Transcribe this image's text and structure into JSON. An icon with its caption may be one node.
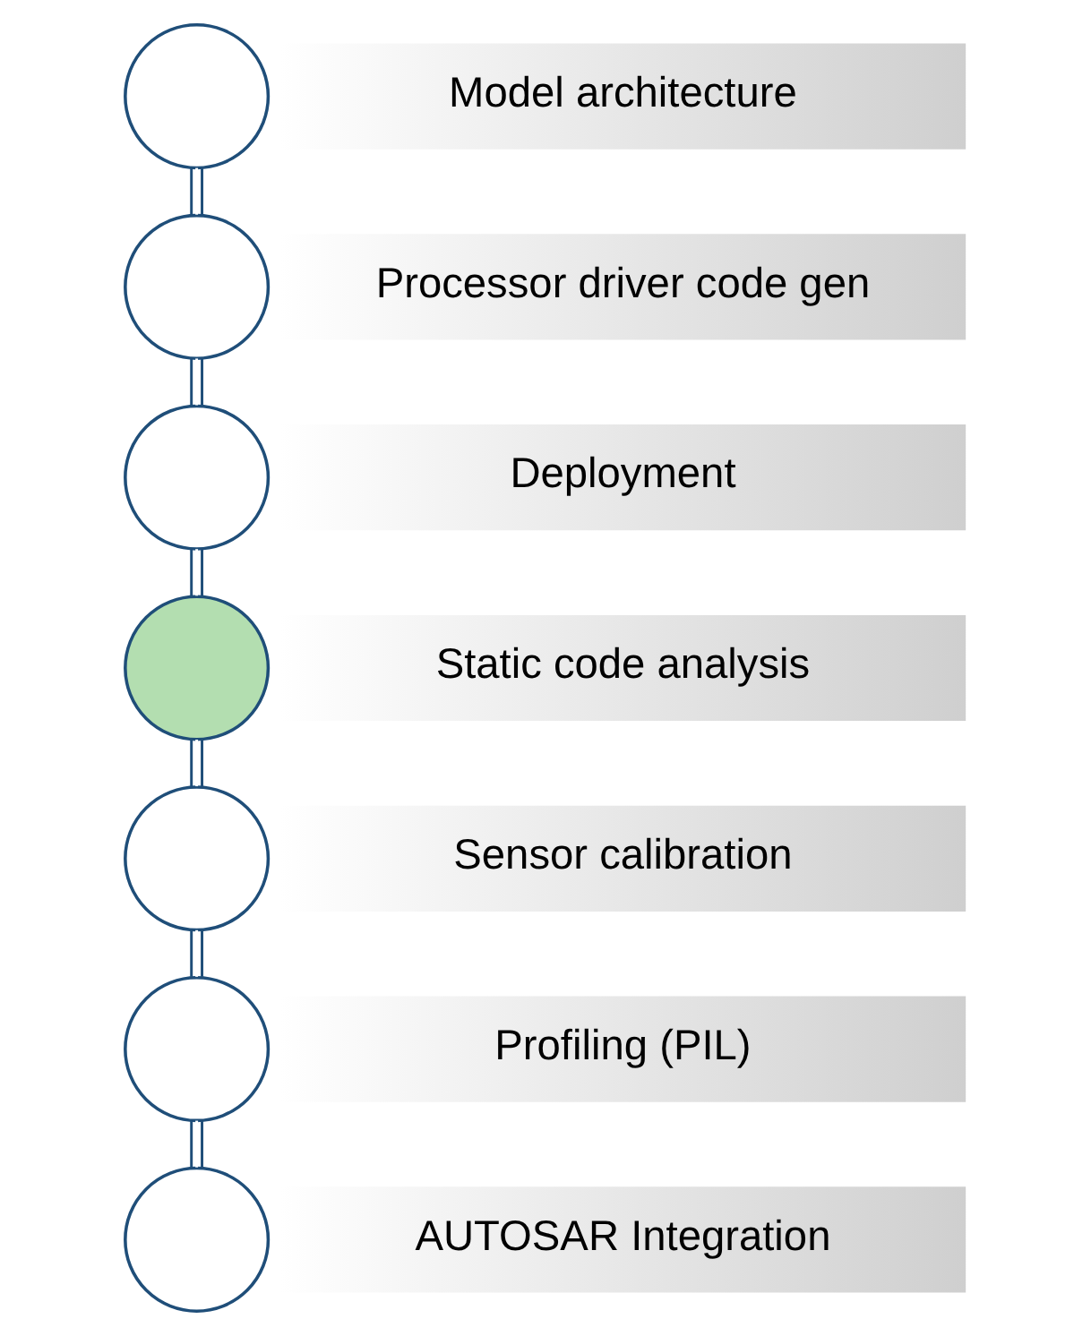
{
  "diagram": {
    "nodes": [
      {
        "text": [],
        "shape": "circle"
      },
      {
        "text": [
          "Model architecture"
        ]
      },
      {
        "text": [],
        "shape": "circle"
      },
      {
        "text": [
          "Processor driver code gen"
        ]
      },
      {
        "text": [],
        "shape": "circle"
      },
      {
        "text": [
          "Deployment"
        ]
      },
      {
        "text": [],
        "shape": "circle"
      },
      {
        "text": [
          "Static code analysis"
        ]
      },
      {
        "text": [],
        "shape": "circle"
      },
      {
        "text": [
          "Sensor calibration"
        ]
      },
      {
        "text": [],
        "shape": "circle"
      },
      {
        "text": [
          "Profiling (PIL)"
        ]
      },
      {
        "text": [],
        "shape": "circle"
      },
      {
        "text": [
          "AUTOSAR Integration"
        ]
      }
    ],
    "edges": [
      {
        "from": 0,
        "to": 2,
        "arrow": "none"
      },
      {
        "from": 2,
        "to": 4,
        "arrow": "none"
      },
      {
        "from": 4,
        "to": 6,
        "arrow": "none"
      },
      {
        "from": 6,
        "to": 8,
        "arrow": "none"
      },
      {
        "from": 8,
        "to": 10,
        "arrow": "none"
      },
      {
        "from": 10,
        "to": 12,
        "arrow": "none"
      }
    ]
  }
}
